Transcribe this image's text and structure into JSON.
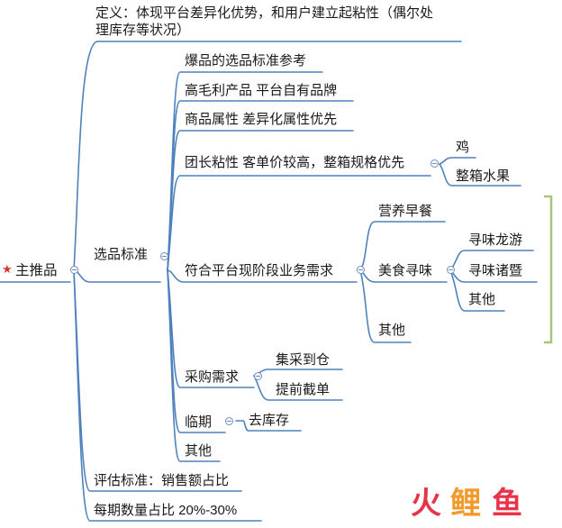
{
  "root": {
    "label": "主推品"
  },
  "definition": {
    "line1": "定义：体现平台差异化优势，和用户建立起粘性（偶尔处",
    "line2": "理库存等状况）"
  },
  "selection": {
    "label": "选品标准",
    "items": [
      "爆品的选品标准参考",
      "高毛利产品  平台自有品牌",
      "商品属性 差异化属性优先"
    ],
    "stickiness": {
      "label": "团长粘性 客单价较高，整箱规格优先",
      "children": [
        "鸡",
        "整箱水果"
      ]
    },
    "platform": {
      "label": "符合平台现阶段业务需求",
      "breakfast": "营养早餐",
      "food": {
        "label": "美食寻味",
        "children": [
          "寻味龙游",
          "寻味诸暨",
          "其他"
        ]
      },
      "other": "其他"
    },
    "purchase": {
      "label": "采购需求",
      "children": [
        "集采到仓",
        "提前截单"
      ]
    },
    "expiry": {
      "label": "临期",
      "child": "去库存"
    },
    "other": "其他"
  },
  "evaluation": "评估标准：销售额占比",
  "quantity": "每期数量占比 20%-30%",
  "colors": {
    "line": "#4f81bd",
    "bracket": "#a9c47f",
    "star": "#d9342b",
    "wm_red": "#e8344a",
    "wm_orange": "#f39a2c"
  },
  "watermark": {
    "chars": [
      "火",
      "鲤",
      "鱼"
    ]
  }
}
